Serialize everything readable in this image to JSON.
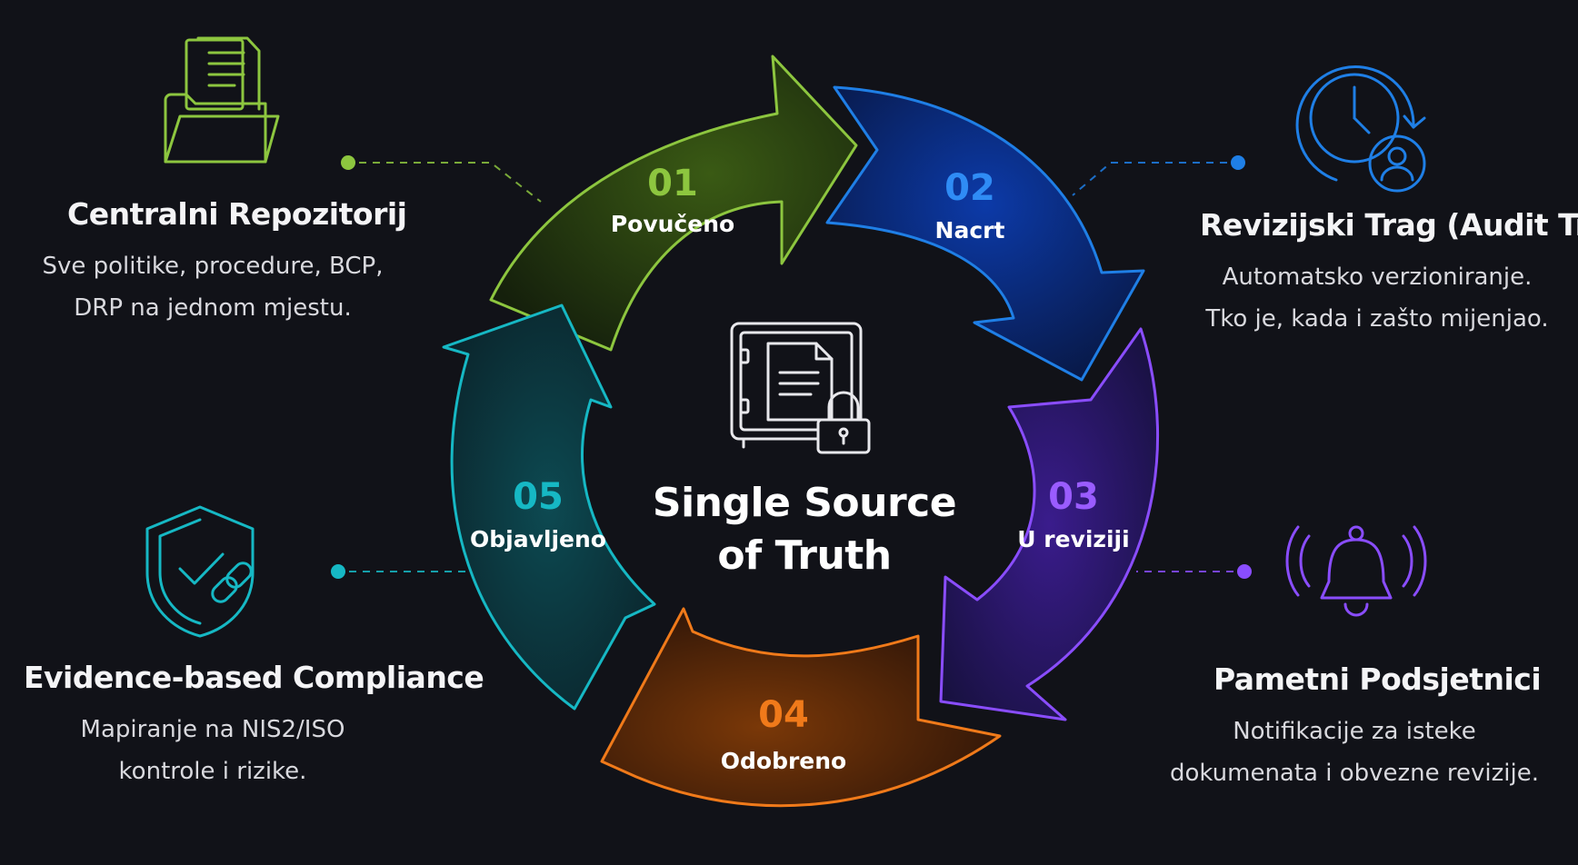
{
  "center": {
    "title_line1": "Single Source",
    "title_line2": "of Truth",
    "icon": "vault-document-lock-icon"
  },
  "stages": [
    {
      "num": "01",
      "label": "Povučeno",
      "color": "#8dc63f"
    },
    {
      "num": "02",
      "label": "Nacrt",
      "color": "#1f7fe6"
    },
    {
      "num": "03",
      "label": "U reviziji",
      "color": "#8a4dff"
    },
    {
      "num": "04",
      "label": "Odobreno",
      "color": "#f07a1a"
    },
    {
      "num": "05",
      "label": "Objavljeno",
      "color": "#16b8c4"
    }
  ],
  "features": [
    {
      "title": "Centralni Repozitorij",
      "desc_line1": "Sve politike, procedure, BCP,",
      "desc_line2": "DRP na jednom mjestu.",
      "icon": "folder-documents-icon",
      "color": "#8dc63f"
    },
    {
      "title": "Revizijski Trag (Audit Trail)",
      "desc_line1": "Automatsko verzioniranje.",
      "desc_line2": "Tko je, kada i zašto mijenjao.",
      "icon": "clock-user-icon",
      "color": "#1f7fe6"
    },
    {
      "title": "Evidence-based Compliance",
      "desc_line1": "Mapiranje na NIS2/ISO",
      "desc_line2": "kontrole i rizike.",
      "icon": "shield-check-link-icon",
      "color": "#16b8c4"
    },
    {
      "title": "Pametni Podsjetnici",
      "desc_line1": "Notifikacije za isteke",
      "desc_line2": "dokumenata i obvezne revizije.",
      "icon": "bell-ringing-icon",
      "color": "#8a4dff"
    }
  ]
}
